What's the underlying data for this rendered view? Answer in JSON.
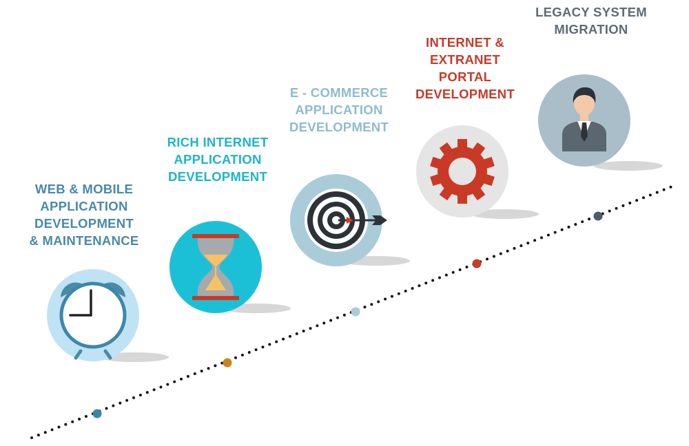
{
  "colors": {
    "line_dots": "#111111",
    "shadow": "#d7d7d7"
  },
  "steps": [
    {
      "lines": [
        "WEB & MOBILE",
        "APPLICATION",
        "DEVELOPMENT",
        "& MAINTENANCE"
      ],
      "icon": "alarm-clock-icon",
      "text_color": "#4a89a8",
      "circle_color": "#bfe3f5",
      "marker_color": "#3a86a7"
    },
    {
      "lines": [
        "RICH INTERNET",
        "APPLICATION",
        "DEVELOPMENT"
      ],
      "icon": "hourglass-icon",
      "text_color": "#1fb5c9",
      "circle_color": "#1cc0d6",
      "marker_color": "#c7861b"
    },
    {
      "lines": [
        "E - COMMERCE",
        "APPLICATION",
        "DEVELOPMENT"
      ],
      "icon": "target-icon",
      "text_color": "#8fbccc",
      "circle_color": "#a9ccd8",
      "marker_color": "#a9ccd8"
    },
    {
      "lines": [
        "INTERNET &",
        "EXTRANET",
        "PORTAL",
        "DEVELOPMENT"
      ],
      "icon": "gear-icon",
      "text_color": "#c63b2a",
      "circle_color": "#e5e5e5",
      "marker_color": "#c63b2a"
    },
    {
      "lines": [
        "LEGACY SYSTEM",
        "MIGRATION"
      ],
      "icon": "businessman-icon",
      "text_color": "#5e6b76",
      "circle_color": "#a9bec9",
      "marker_color": "#4f5c67"
    }
  ]
}
